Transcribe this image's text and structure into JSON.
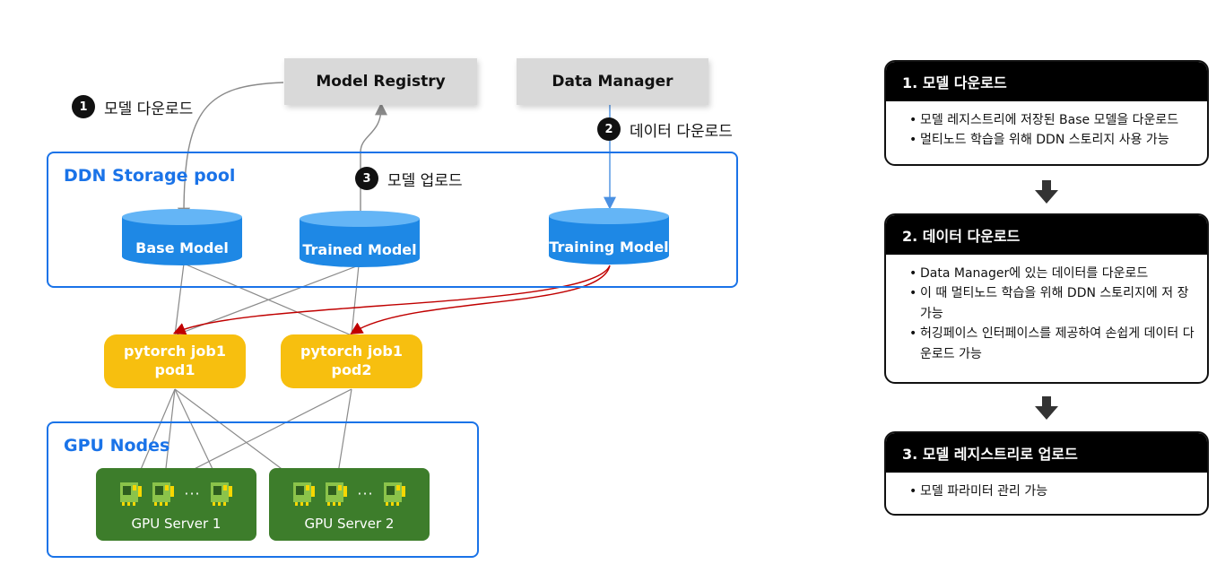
{
  "services": {
    "model_registry": "Model Registry",
    "data_manager": "Data Manager"
  },
  "storage_pool": {
    "title": "DDN Storage pool",
    "base_model": "Base Model",
    "trained_model": "Trained Model",
    "training_model": "Training Model"
  },
  "steps": {
    "step1": {
      "num": "1",
      "label": "모델 다운로드"
    },
    "step2": {
      "num": "2",
      "label": "데이터 다운로드"
    },
    "step3": {
      "num": "3",
      "label": "모델 업로드"
    }
  },
  "pods": [
    {
      "line1": "pytorch job1",
      "line2": "pod1"
    },
    {
      "line1": "pytorch job1",
      "line2": "pod2"
    }
  ],
  "gpu_nodes": {
    "title": "GPU Nodes",
    "servers": [
      "GPU Server 1",
      "GPU Server 2"
    ],
    "dots": "···"
  },
  "cards": [
    {
      "title": "1. 모델 다운로드",
      "items": [
        "모델 레지스트리에 저장된 Base 모델을 다운로드",
        "멀티노드 학습을 위해 DDN 스토리지 사용 가능"
      ]
    },
    {
      "title": "2. 데이터 다운로드",
      "items": [
        "Data Manager에 있는 데이터를 다운로드",
        "이 때 멀티노드 학습을 위해 DDN 스토리지에 저 장 가능",
        "허깅페이스 인터페이스를 제공하여 손쉽게 데이터 다운로드 가능"
      ]
    },
    {
      "title": "3. 모델 레지스트리로 업로드",
      "items": [
        "모델 파라미터 관리 가능"
      ]
    }
  ],
  "colors": {
    "storage_blue": "#1a73e8",
    "cylinder_blue": "#1e88e5",
    "pod_yellow": "#f7bf0f",
    "server_green": "#3d7d2b",
    "gray_line": "#8a8a8a",
    "red_arrow": "#c00000"
  }
}
